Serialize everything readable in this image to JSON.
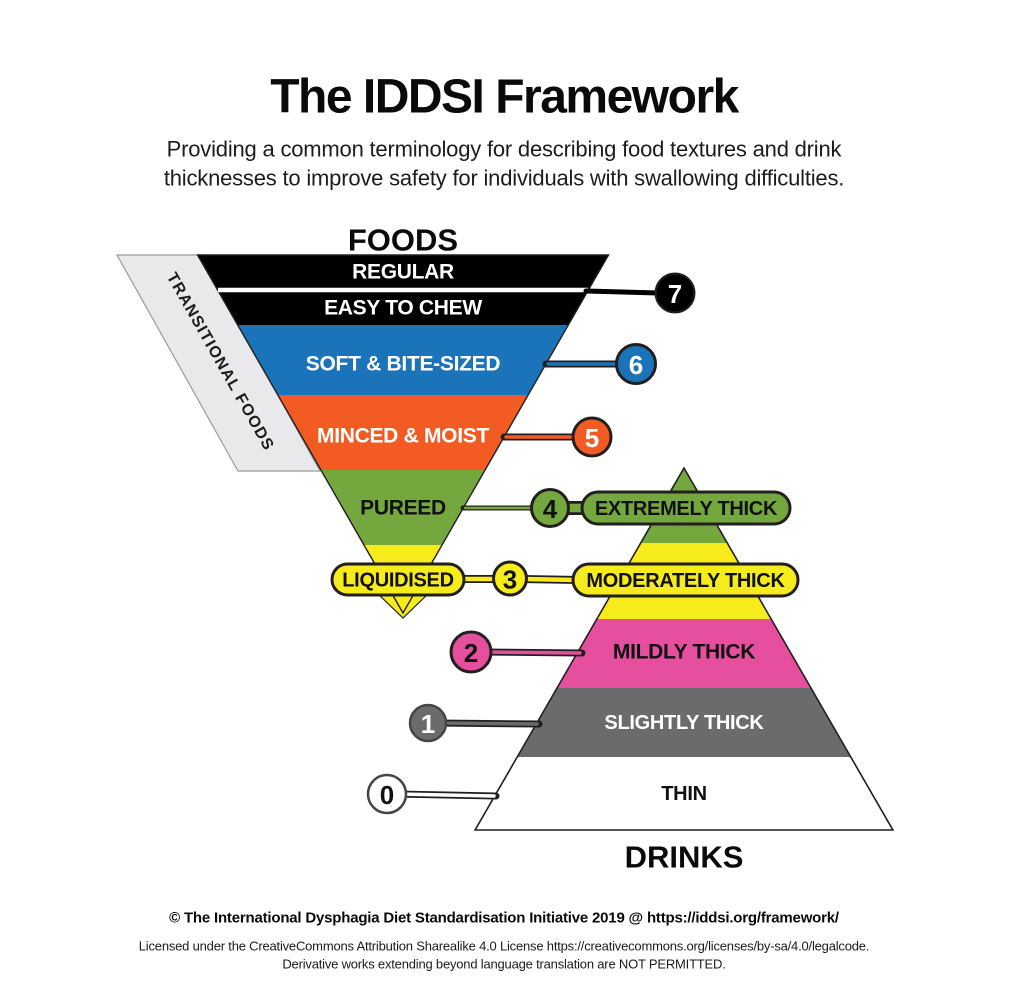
{
  "title": "The IDDSI Framework",
  "subtitle": {
    "line1": "Providing a common terminology for describing food textures and drink",
    "line2": "thicknesses to improve safety for individuals with swallowing difficulties."
  },
  "foods": {
    "heading": "FOODS"
  },
  "drinks": {
    "heading": "DRINKS"
  },
  "transitional_label": "TRANSITIONAL FOODS",
  "food_levels": [
    {
      "number": "7",
      "label": "REGULAR"
    },
    {
      "number": "7",
      "label": "EASY TO CHEW"
    },
    {
      "number": "6",
      "label": "SOFT & BITE-SIZED"
    },
    {
      "number": "5",
      "label": "MINCED & MOIST"
    },
    {
      "number": "4",
      "label": "PUREED"
    },
    {
      "number": "3",
      "label": "LIQUIDISED"
    }
  ],
  "drink_levels": [
    {
      "number": "4",
      "label": "EXTREMELY THICK"
    },
    {
      "number": "3",
      "label": "MODERATELY THICK"
    },
    {
      "number": "2",
      "label": "MILDLY THICK"
    },
    {
      "number": "1",
      "label": "SLIGHTLY THICK"
    },
    {
      "number": "0",
      "label": "THIN"
    }
  ],
  "colors": {
    "level0_white": "#ffffff",
    "level1_gray": "#6a6b6d",
    "level2_pink": "#e64f9e",
    "level3_yellow": "#f7ec1b",
    "level4_green": "#75a73f",
    "level5_orange": "#f25c22",
    "level6_blue": "#1b74ba",
    "level7_black": "#000000",
    "transitional_bg": "#e9e9eb",
    "outline": "#231f20"
  },
  "footer": {
    "line1": "© The International Dysphagia Diet Standardisation Initiative 2019 @ https://iddsi.org/framework/",
    "line2": "Licensed under the CreativeCommons Attribution Sharealike 4.0 License https://creativecommons.org/licenses/by-sa/4.0/legalcode.",
    "line3": "Derivative works extending beyond language translation are NOT PERMITTED."
  }
}
